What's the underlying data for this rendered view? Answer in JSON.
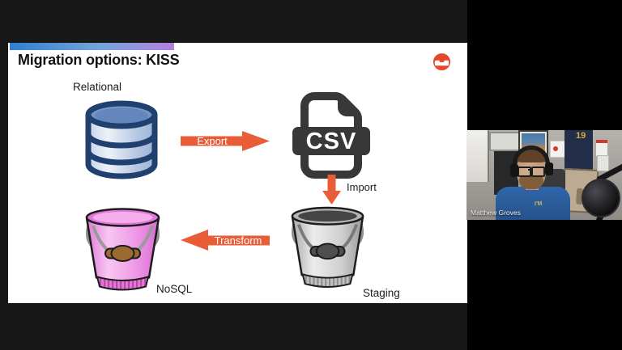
{
  "slide": {
    "title": "Migration options: KISS",
    "logo": "couchbase-logo",
    "nodes": {
      "relational": {
        "label": "Relational",
        "icon": "database-icon"
      },
      "csv": {
        "label": "CSV",
        "icon": "csv-file-icon"
      },
      "staging": {
        "label": "Staging",
        "icon": "gray-bucket-icon"
      },
      "nosql": {
        "label": "NoSQL",
        "icon": "pink-bucket-icon"
      }
    },
    "arrows": {
      "export": {
        "label": "Export",
        "direction": "right"
      },
      "import": {
        "label": "Import",
        "direction": "down"
      },
      "transform": {
        "label": "Transform",
        "direction": "left"
      }
    },
    "colors": {
      "arrow": "#e85c38",
      "logo": "#e8462c",
      "accent_bar_start": "#2f7fd3",
      "accent_bar_end": "#b57fe0",
      "database_outline": "#20406f",
      "nosql_bucket": "#ee96e6",
      "staging_bucket": "#c8c8c8"
    }
  },
  "meeting": {
    "participant": {
      "name": "Matthew Groves",
      "jersey_number": "19",
      "shirt_text": "I'M"
    }
  }
}
